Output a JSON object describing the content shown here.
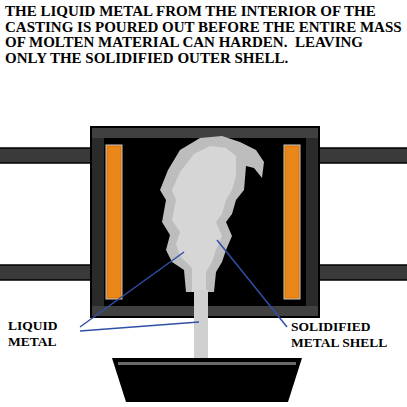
{
  "diagram": {
    "title": "THE LIQUID METAL FROM THE INTERIOR OF THE CASTING IS POURED OUT BEFORE THE ENTIRE MASS OF MOLTEN MATERIAL CAN HARDEN.  LEAVING ONLY THE SOLIDIFIED OUTER SHELL.",
    "labels": [
      "LIQUID METAL",
      "SOLIDIFIED METAL SHELL"
    ]
  }
}
